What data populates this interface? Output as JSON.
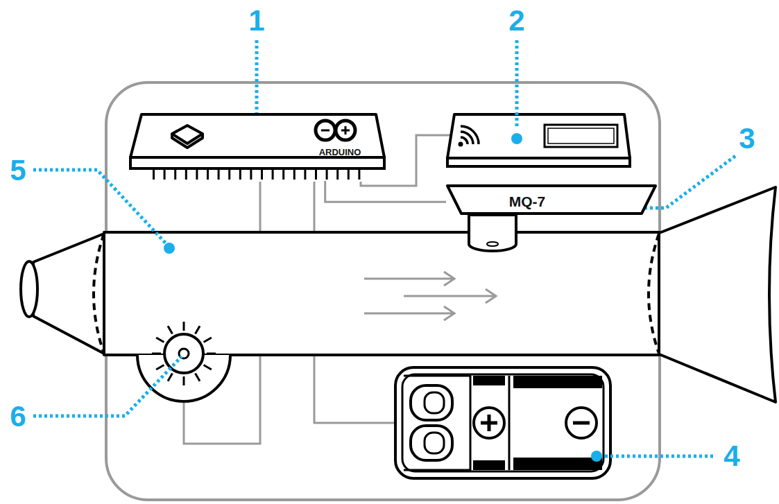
{
  "diagram": {
    "nodes": [
      {
        "text": [
          "ARDUINO"
        ]
      },
      {
        "text": [
          "MQ-7"
        ]
      }
    ],
    "edges": [
      {
        "from": 0,
        "to": 1,
        "arrow": "none"
      }
    ],
    "labels": [
      "1",
      "2",
      "3",
      "4",
      "5",
      "6"
    ]
  }
}
